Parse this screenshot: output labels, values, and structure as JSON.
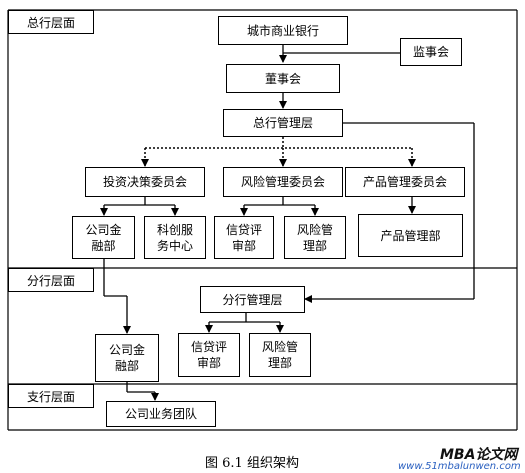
{
  "sections": {
    "head_office": "总行层面",
    "branch": "分行层面",
    "sub_branch": "支行层面"
  },
  "nodes": {
    "city_bank": "城市商业银行",
    "supervisors": "监事会",
    "board": "董事会",
    "head_mgmt": "总行管理层",
    "invest_committee": "投资决策委员会",
    "risk_committee": "风险管理委员会",
    "product_committee": "产品管理委员会",
    "corp_finance": "公司金融部",
    "sci_service": "科创服务中心",
    "credit_review": "信贷评审部",
    "risk_mgmt": "风险管理部",
    "product_mgmt": "产品管理部",
    "branch_mgmt": "分行管理层",
    "branch_credit": "信贷评审部",
    "branch_risk": "风险管理部",
    "branch_corp": "公司金融部",
    "corp_team": "公司业务团队"
  },
  "caption": "图 6.1  组织架构",
  "watermark": {
    "title": "MBA论文网",
    "url": "www.51mbalunwen.com"
  }
}
